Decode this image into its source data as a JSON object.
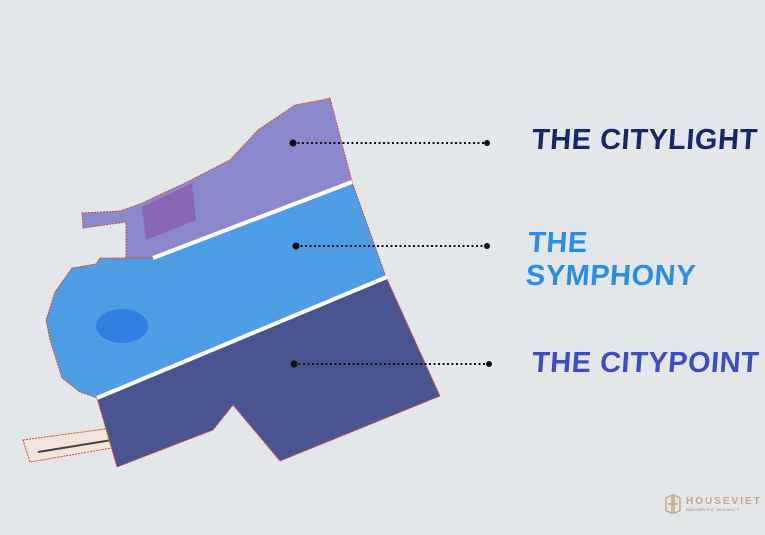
{
  "zones": [
    {
      "label": "THE CITYLIGHT",
      "color": "#172866",
      "fill": "#8b88cc"
    },
    {
      "label": "THE SYMPHONY",
      "color": "#2b8ee2",
      "fill": "#4f9de4"
    },
    {
      "label": "THE CITYPOINT",
      "color": "#3d4fbf",
      "fill": "#4a5490"
    }
  ],
  "logo": {
    "name": "HOUSEVIET",
    "tagline": "BÁN MIỄN PHÍ · MUA NHƯ Ý"
  }
}
